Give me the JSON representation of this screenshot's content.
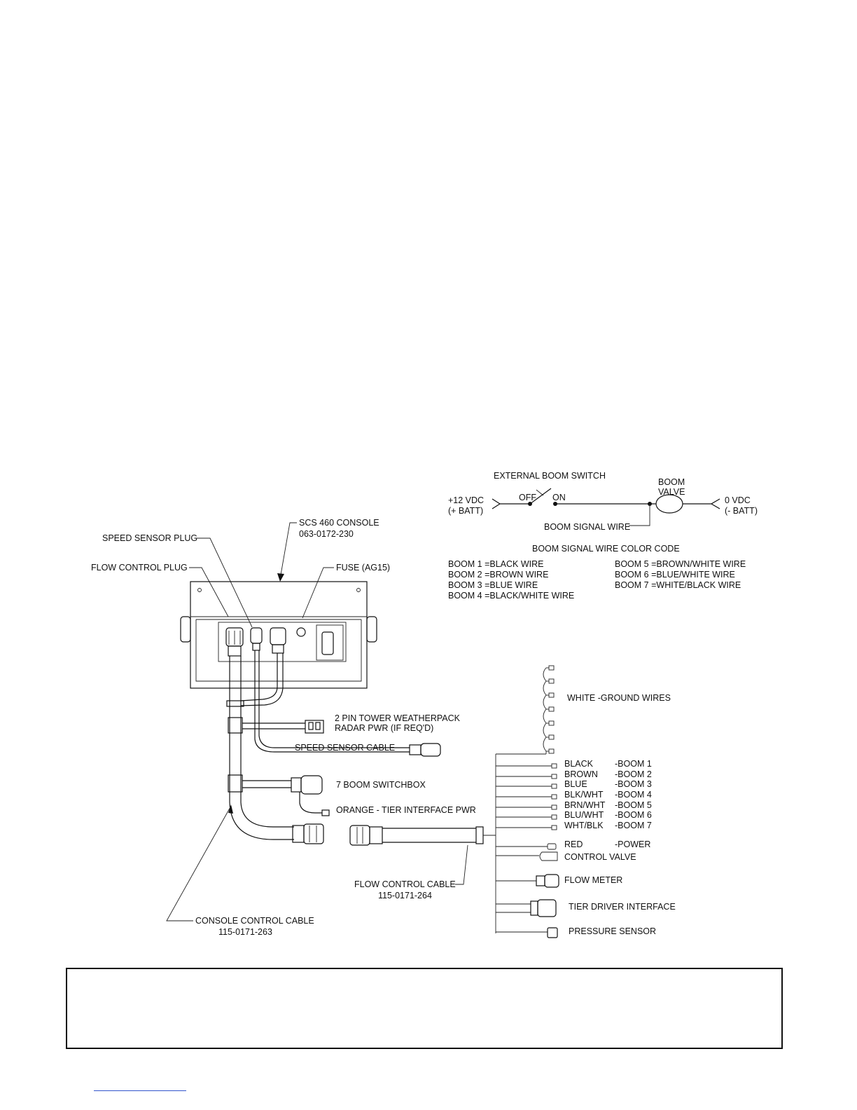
{
  "schematic": {
    "external_boom_switch": "EXTERNAL BOOM SWITCH",
    "plus12_line1": "+12 VDC",
    "plus12_line2": "(+ BATT)",
    "off": "OFF",
    "on": "ON",
    "boom_valve_line1": "BOOM",
    "boom_valve_line2": "VALVE",
    "zero_line1": "0 VDC",
    "zero_line2": "(- BATT)",
    "boom_signal_wire": "BOOM SIGNAL WIRE",
    "color_code_title": "BOOM SIGNAL WIRE COLOR CODE",
    "color_code": [
      "BOOM 1 =BLACK WIRE",
      "BOOM 2 =BROWN WIRE",
      "BOOM 3 =BLUE WIRE",
      "BOOM 4 =BLACK/WHITE WIRE",
      "BOOM 5 =BROWN/WHITE WIRE",
      "BOOM 6 =BLUE/WHITE WIRE",
      "BOOM 7 =WHITE/BLACK WIRE"
    ]
  },
  "console": {
    "title_line1": "SCS 460 CONSOLE",
    "title_line2": "063-0172-230",
    "speed_sensor_plug": "SPEED SENSOR PLUG",
    "flow_control_plug": "FLOW CONTROL PLUG",
    "fuse": "FUSE (AG15)"
  },
  "cables": {
    "tower_line1": "2 PIN TOWER WEATHERPACK",
    "tower_line2": "RADAR PWR (IF REQ'D)",
    "speed_sensor_cable": "SPEED SENSOR CABLE",
    "boom_switchbox": "7 BOOM SWITCHBOX",
    "orange_tier": "ORANGE - TIER INTERFACE PWR",
    "flow_cable_line1": "FLOW CONTROL CABLE",
    "flow_cable_line2": "115-0171-264",
    "console_cable_line1": "CONSOLE CONTROL CABLE",
    "console_cable_line2": "115-0171-263"
  },
  "wires": {
    "white_ground": "WHITE   -GROUND WIRES",
    "boom_rows": [
      {
        "color": "BLACK",
        "boom": "-BOOM 1"
      },
      {
        "color": "BROWN",
        "boom": "-BOOM 2"
      },
      {
        "color": "BLUE",
        "boom": "-BOOM 3"
      },
      {
        "color": "BLK/WHT",
        "boom": "-BOOM 4"
      },
      {
        "color": "BRN/WHT",
        "boom": "-BOOM 5"
      },
      {
        "color": "BLU/WHT",
        "boom": "-BOOM 6"
      },
      {
        "color": "WHT/BLK",
        "boom": "-BOOM 7"
      }
    ],
    "red": "RED",
    "power": "-POWER",
    "control_valve": "CONTROL VALVE",
    "flow_meter": "FLOW METER",
    "tier_driver": "TIER DRIVER INTERFACE",
    "pressure_sensor": "PRESSURE SENSOR"
  }
}
